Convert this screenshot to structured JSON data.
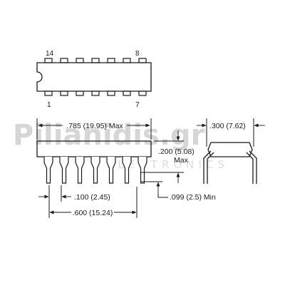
{
  "watermark": {
    "brand": "Pilianidis.gr",
    "subtitle": "ELECTRONICS"
  },
  "top_view": {
    "pin_14": "14",
    "pin_8": "8",
    "pin_1": "1",
    "pin_7": "7"
  },
  "dimensions": {
    "body_length": ".785 (19.95) Max",
    "end_width": ".300 (7.62)",
    "seated_height": ".200 (5.08)",
    "seated_height_max": "Max",
    "pin_pitch": ".100 (2.45)",
    "lead_length": ".099 (2.5) Min",
    "row_span": ".600 (15.24)"
  }
}
